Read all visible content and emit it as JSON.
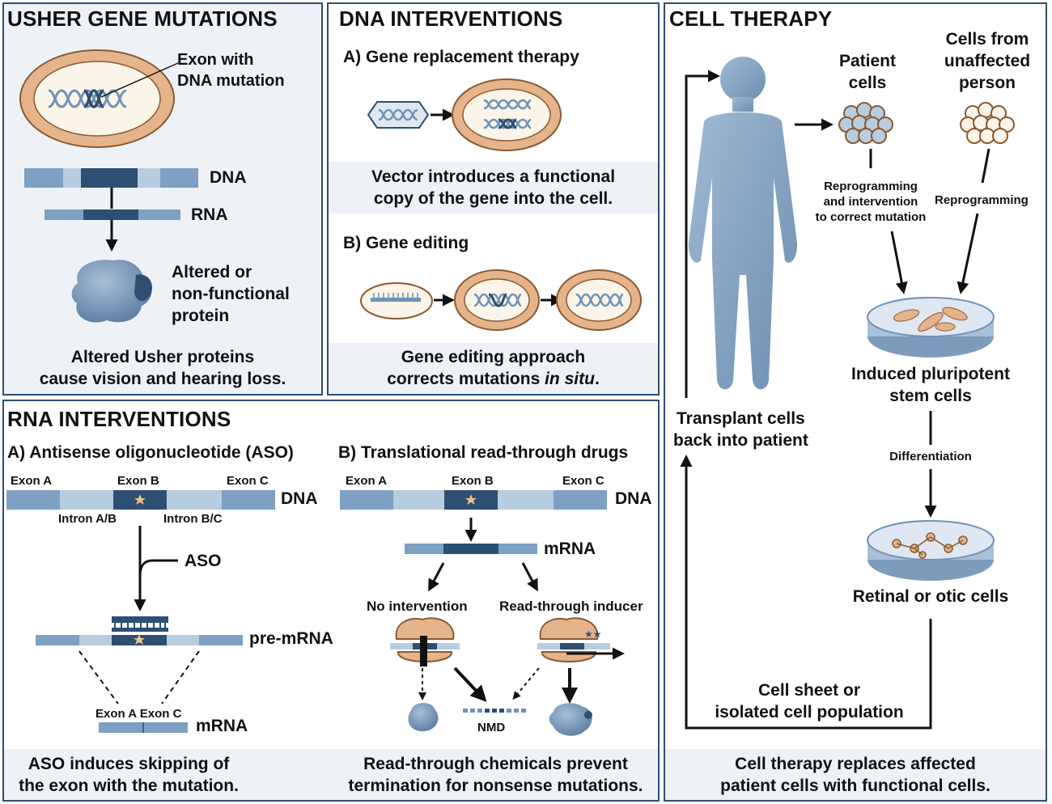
{
  "usher": {
    "title": "USHER GENE MUTATIONS",
    "exon_label_1": "Exon with",
    "exon_label_2": "DNA mutation",
    "dna": "DNA",
    "rna": "RNA",
    "protein_1": "Altered or",
    "protein_2": "non-functional",
    "protein_3": "protein",
    "caption_1": "Altered Usher proteins",
    "caption_2": "cause vision and hearing loss."
  },
  "dna_int": {
    "title": "DNA INTERVENTIONS",
    "a_title": "A) Gene replacement therapy",
    "a_caption_1": "Vector introduces a functional",
    "a_caption_2": "copy of the gene into the cell.",
    "b_title": "B) Gene editing",
    "b_caption_1": "Gene editing approach",
    "b_caption_2_pre": "corrects mutations ",
    "b_caption_2_em": "in situ",
    "b_caption_2_post": "."
  },
  "cell": {
    "title": "CELL THERAPY",
    "patient_1": "Patient",
    "patient_2": "cells",
    "unaff_1": "Cells from",
    "unaff_2": "unaffected",
    "unaff_3": "person",
    "reprog_1": "Reprogramming",
    "reprog_2": "and intervention",
    "reprog_3": "to correct mutation",
    "reprog_right": "Reprogramming",
    "ipsc_1": "Induced pluripotent",
    "ipsc_2": "stem cells",
    "transplant_1": "Transplant cells",
    "transplant_2": "back into patient",
    "diff": "Differentiation",
    "retinal": "Retinal or otic cells",
    "sheet_1": "Cell sheet or",
    "sheet_2": "isolated cell population",
    "caption_1": "Cell therapy replaces affected",
    "caption_2": "patient cells with functional cells."
  },
  "rna_int": {
    "title": "RNA INTERVENTIONS",
    "a_title": "A) Antisense oligonucleotide (ASO)",
    "exon_a": "Exon A",
    "exon_b": "Exon B",
    "exon_c": "Exon C",
    "dna": "DNA",
    "intron_ab": "Intron A/B",
    "intron_bc": "Intron B/C",
    "aso": "ASO",
    "pre_mrna": "pre-mRNA",
    "mrna_exons": "Exon A Exon C",
    "mrna": "mRNA",
    "a_caption_1": "ASO induces skipping of",
    "a_caption_2": "the exon with the mutation.",
    "b_title": "B) Translational read-through drugs",
    "no_int": "No intervention",
    "readthrough": "Read-through inducer",
    "nmd": "NMD",
    "b_caption_1": "Read-through chemicals prevent",
    "b_caption_2": "termination for nonsense mutations."
  },
  "colors": {
    "border": "#2f4f6f",
    "dark_blue": "#2c4f73",
    "mid_blue": "#6f93b8",
    "light_blue": "#b9cde0",
    "cell_orange": "#e8b88f",
    "band": "#eef1f5"
  }
}
